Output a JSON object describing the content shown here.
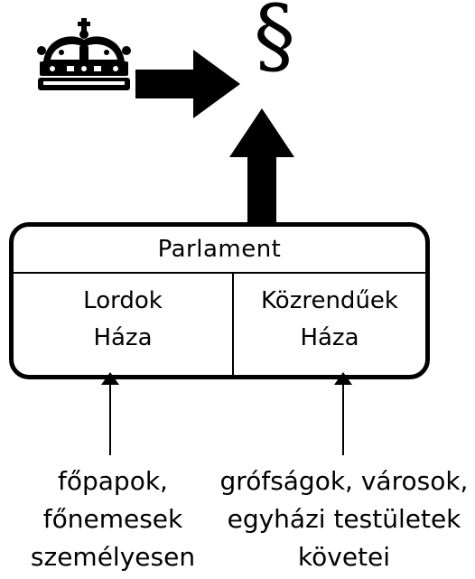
{
  "symbol": "§",
  "parliament": {
    "title": "Parlament",
    "left_house": [
      "Lordok",
      "Háza"
    ],
    "right_house": [
      "Közrendűek",
      "Háza"
    ]
  },
  "captions": {
    "left": [
      "főpapok,",
      "főnemesek",
      "személyesen"
    ],
    "right": [
      "grófságok, városok,",
      "egyházi testületek",
      "követei"
    ]
  },
  "icons": [
    "crown-icon",
    "arrow-right-icon",
    "arrow-up-icon",
    "thin-arrow-up-icon"
  ]
}
